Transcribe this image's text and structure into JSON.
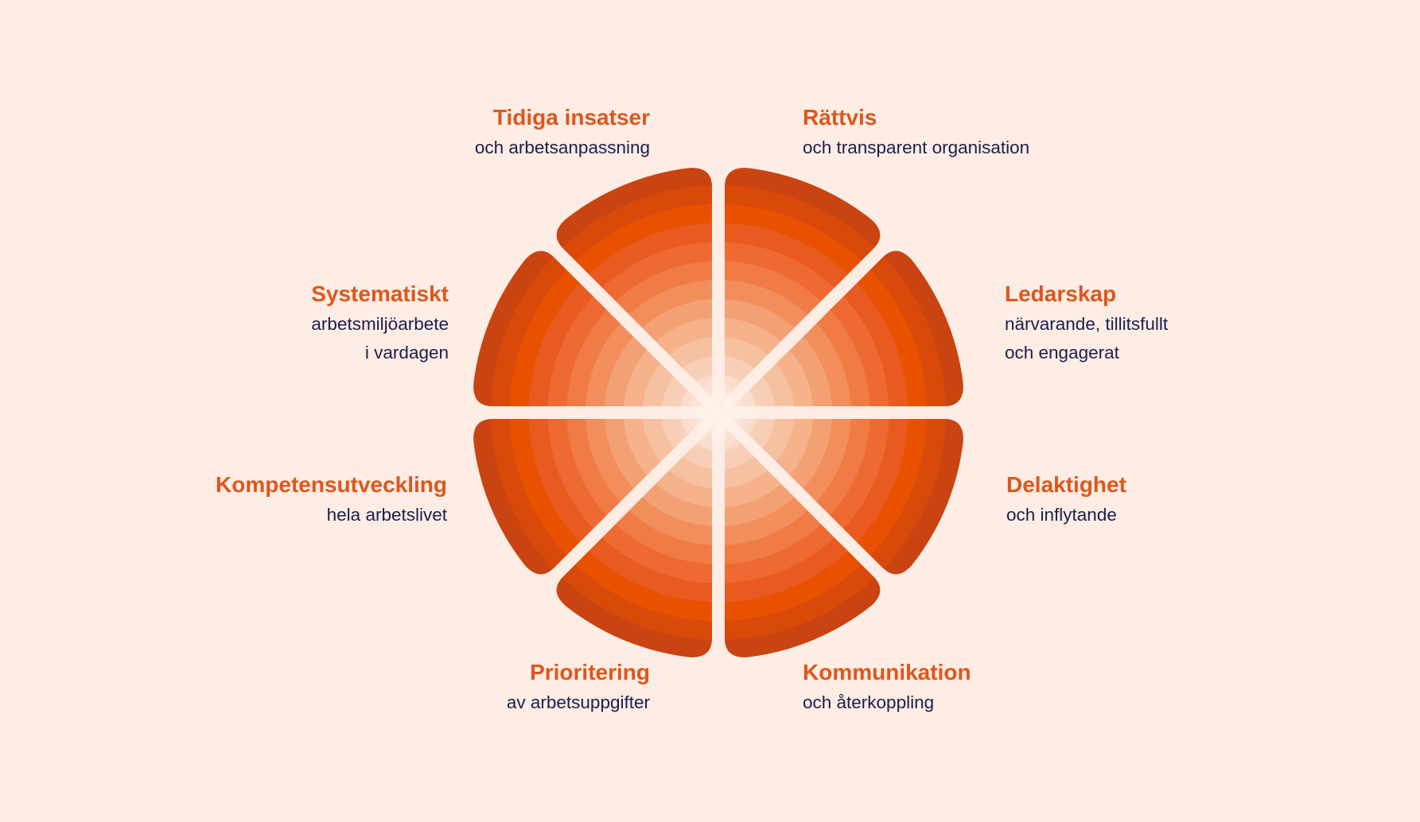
{
  "colors": {
    "background": "#fdede5",
    "title": "#e0561a",
    "subtitle": "#1c1f4a",
    "rings": [
      "#fbe8dd",
      "#f9dbc9",
      "#f8cfb6",
      "#f6c1a1",
      "#f5b28b",
      "#f3a174",
      "#f28e5c",
      "#f07b44",
      "#ee6a32",
      "#e85a20",
      "#e95100",
      "#d8490a",
      "#c94410"
    ]
  },
  "segments": [
    {
      "title": "Rättvis",
      "lines": [
        "och transparent organisation"
      ]
    },
    {
      "title": "Ledarskap",
      "lines": [
        "närvarande, tillitsfullt",
        "och engagerat"
      ]
    },
    {
      "title": "Delaktighet",
      "lines": [
        "och inflytande"
      ]
    },
    {
      "title": "Kommunikation",
      "lines": [
        "och återkoppling"
      ]
    },
    {
      "title": "Prioritering",
      "lines": [
        "av arbetsuppgifter"
      ]
    },
    {
      "title": "Kompetensutveckling",
      "lines": [
        "hela arbetslivet"
      ]
    },
    {
      "title": "Systematiskt",
      "lines": [
        "arbetsmiljöarbete",
        "i vardagen"
      ]
    },
    {
      "title": "Tidiga insatser",
      "lines": [
        "och arbetsanpassning"
      ]
    }
  ]
}
